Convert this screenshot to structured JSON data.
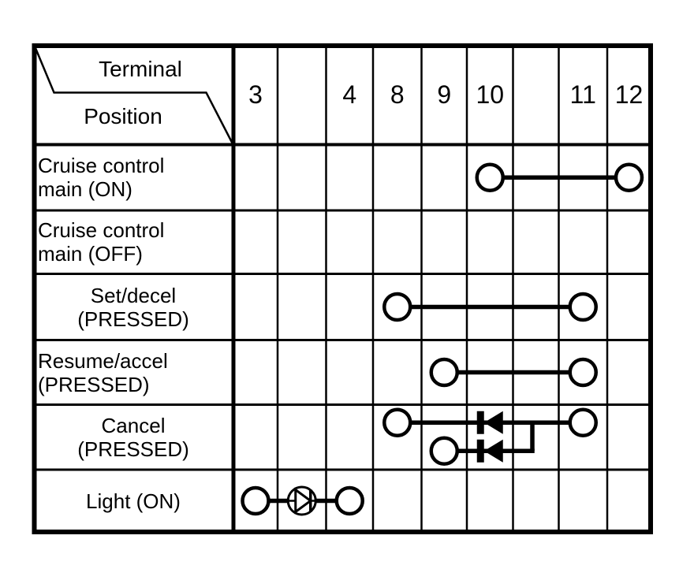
{
  "header": {
    "terminal_label": "Terminal",
    "position_label": "Position"
  },
  "columns": [
    "3",
    "",
    "4",
    "8",
    "9",
    "10",
    "",
    "11",
    "12"
  ],
  "rows": [
    {
      "id": "cruise-control-main-on",
      "label": "Cruise control\nmain (ON)",
      "align": "left"
    },
    {
      "id": "cruise-control-main-off",
      "label": "Cruise control\nmain (OFF)",
      "align": "left"
    },
    {
      "id": "set-decel-pressed",
      "label": "Set/decel\n(PRESSED)",
      "align": "center"
    },
    {
      "id": "resume-accel-pressed",
      "label": "Resume/accel\n(PRESSED)",
      "align": "left"
    },
    {
      "id": "cancel-pressed",
      "label": "Cancel\n(PRESSED)",
      "align": "center"
    },
    {
      "id": "light-on",
      "label": "Light (ON)",
      "align": "center"
    }
  ],
  "connections": [
    {
      "row_index": 0,
      "type": "contact",
      "terminals": [
        "10",
        "12"
      ]
    },
    {
      "row_index": 2,
      "type": "contact",
      "terminals": [
        "8",
        "11"
      ]
    },
    {
      "row_index": 3,
      "type": "contact",
      "terminals": [
        "9",
        "11"
      ]
    },
    {
      "row_index": 4,
      "type": "diode-merge",
      "upper_branch": {
        "terminals": [
          "8",
          "11"
        ],
        "diode_at_terminal": "10",
        "diode_points": "left"
      },
      "lower_branch": {
        "from_terminal": "9",
        "diode_at_terminal": "10",
        "diode_points": "left",
        "merge_column_index": 6
      }
    },
    {
      "row_index": 5,
      "type": "contact-symbol",
      "terminals": [
        "3",
        "4"
      ],
      "symbol": "circled-diode-right",
      "symbol_column_index": 1
    }
  ],
  "colors": {
    "ink": "#000000",
    "background": "#ffffff"
  }
}
